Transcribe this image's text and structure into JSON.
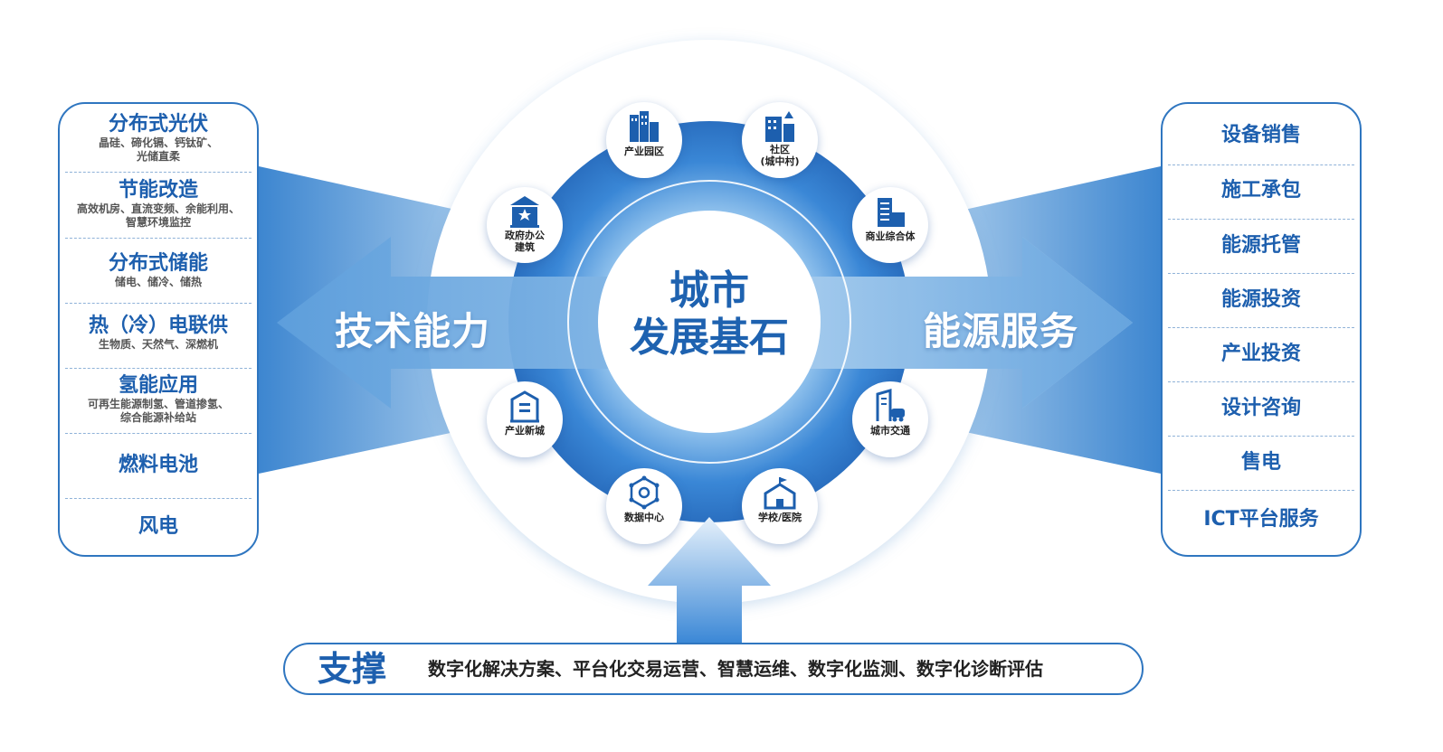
{
  "center": {
    "line1": "城市",
    "line2": "发展基石"
  },
  "left_arrow_label": "技术能力",
  "right_arrow_label": "能源服务",
  "technical_capabilities": [
    {
      "title": "分布式光伏",
      "sub1": "晶硅、碲化镉、钙钛矿、",
      "sub2": "光储直柔"
    },
    {
      "title": "节能改造",
      "sub1": "高效机房、直流变频、余能利用、",
      "sub2": "智慧环境监控"
    },
    {
      "title": "分布式储能",
      "sub1": "储电、储冷、储热",
      "sub2": ""
    },
    {
      "title": "热（冷）电联供",
      "sub1": "生物质、天然气、深燃机",
      "sub2": ""
    },
    {
      "title": "氢能应用",
      "sub1": "可再生能源制氢、管道掺氢、",
      "sub2": "综合能源补给站"
    },
    {
      "title": "燃料电池",
      "sub1": "",
      "sub2": ""
    },
    {
      "title": "风电",
      "sub1": "",
      "sub2": ""
    }
  ],
  "energy_services": [
    "设备销售",
    "施工承包",
    "能源托管",
    "能源投资",
    "产业投资",
    "设计咨询",
    "售电",
    "ICT平台服务"
  ],
  "scenarios": [
    {
      "icon": "industrial-park-icon",
      "line1": "产业园区",
      "line2": ""
    },
    {
      "icon": "community-icon",
      "line1": "社区",
      "line2": "(城中村)"
    },
    {
      "icon": "commercial-complex-icon",
      "line1": "商业综合体",
      "line2": ""
    },
    {
      "icon": "urban-transport-icon",
      "line1": "城市交通",
      "line2": ""
    },
    {
      "icon": "school-hospital-icon",
      "line1": "学校/医院",
      "line2": ""
    },
    {
      "icon": "data-center-icon",
      "line1": "数据中心",
      "line2": ""
    },
    {
      "icon": "industrial-new-city-icon",
      "line1": "产业新城",
      "line2": ""
    },
    {
      "icon": "government-office-icon",
      "line1": "政府办公",
      "line2": "建筑"
    }
  ],
  "support": {
    "title": "支撑",
    "items": "数字化解决方案、平台化交易运营、智慧运维、数字化监测、数字化诊断评估"
  },
  "colors": {
    "primary": "#1d5fae",
    "accent": "#3a87d6",
    "light": "#cfe3f5"
  }
}
